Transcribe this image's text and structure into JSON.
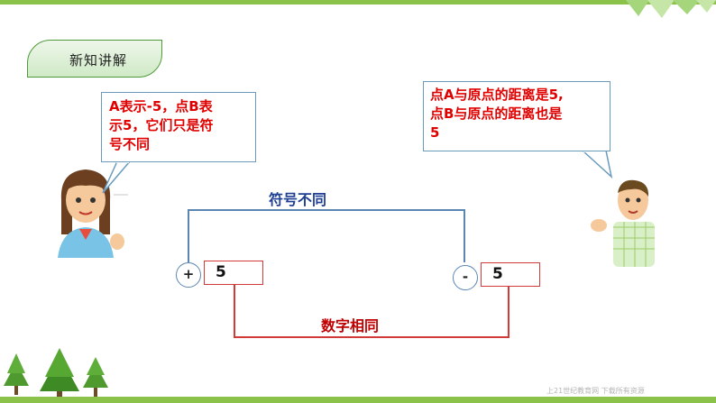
{
  "section": {
    "title": "新知讲解"
  },
  "bubbles": {
    "left": {
      "lines": [
        "A表示-5，点B表",
        "示5，它们只是符",
        "号不同"
      ]
    },
    "right": {
      "lines": [
        "点A与原点的距离是5,",
        "点B与原点的距离也是",
        "5"
      ]
    }
  },
  "diagram": {
    "top_label": "符号不同",
    "bottom_label": "数字相同",
    "left_sign": "+",
    "left_value": "5",
    "right_sign": "-",
    "right_value": "5"
  },
  "footer": {
    "text": "上21世纪教育网 下载所有资源"
  },
  "colors": {
    "accent_green": "#8bc34a",
    "bubble_text": "#e00000",
    "top_line": "#5b86b2",
    "bottom_line": "#d23a3a",
    "top_label": "#1f3f93",
    "bottom_label": "#c00000"
  }
}
